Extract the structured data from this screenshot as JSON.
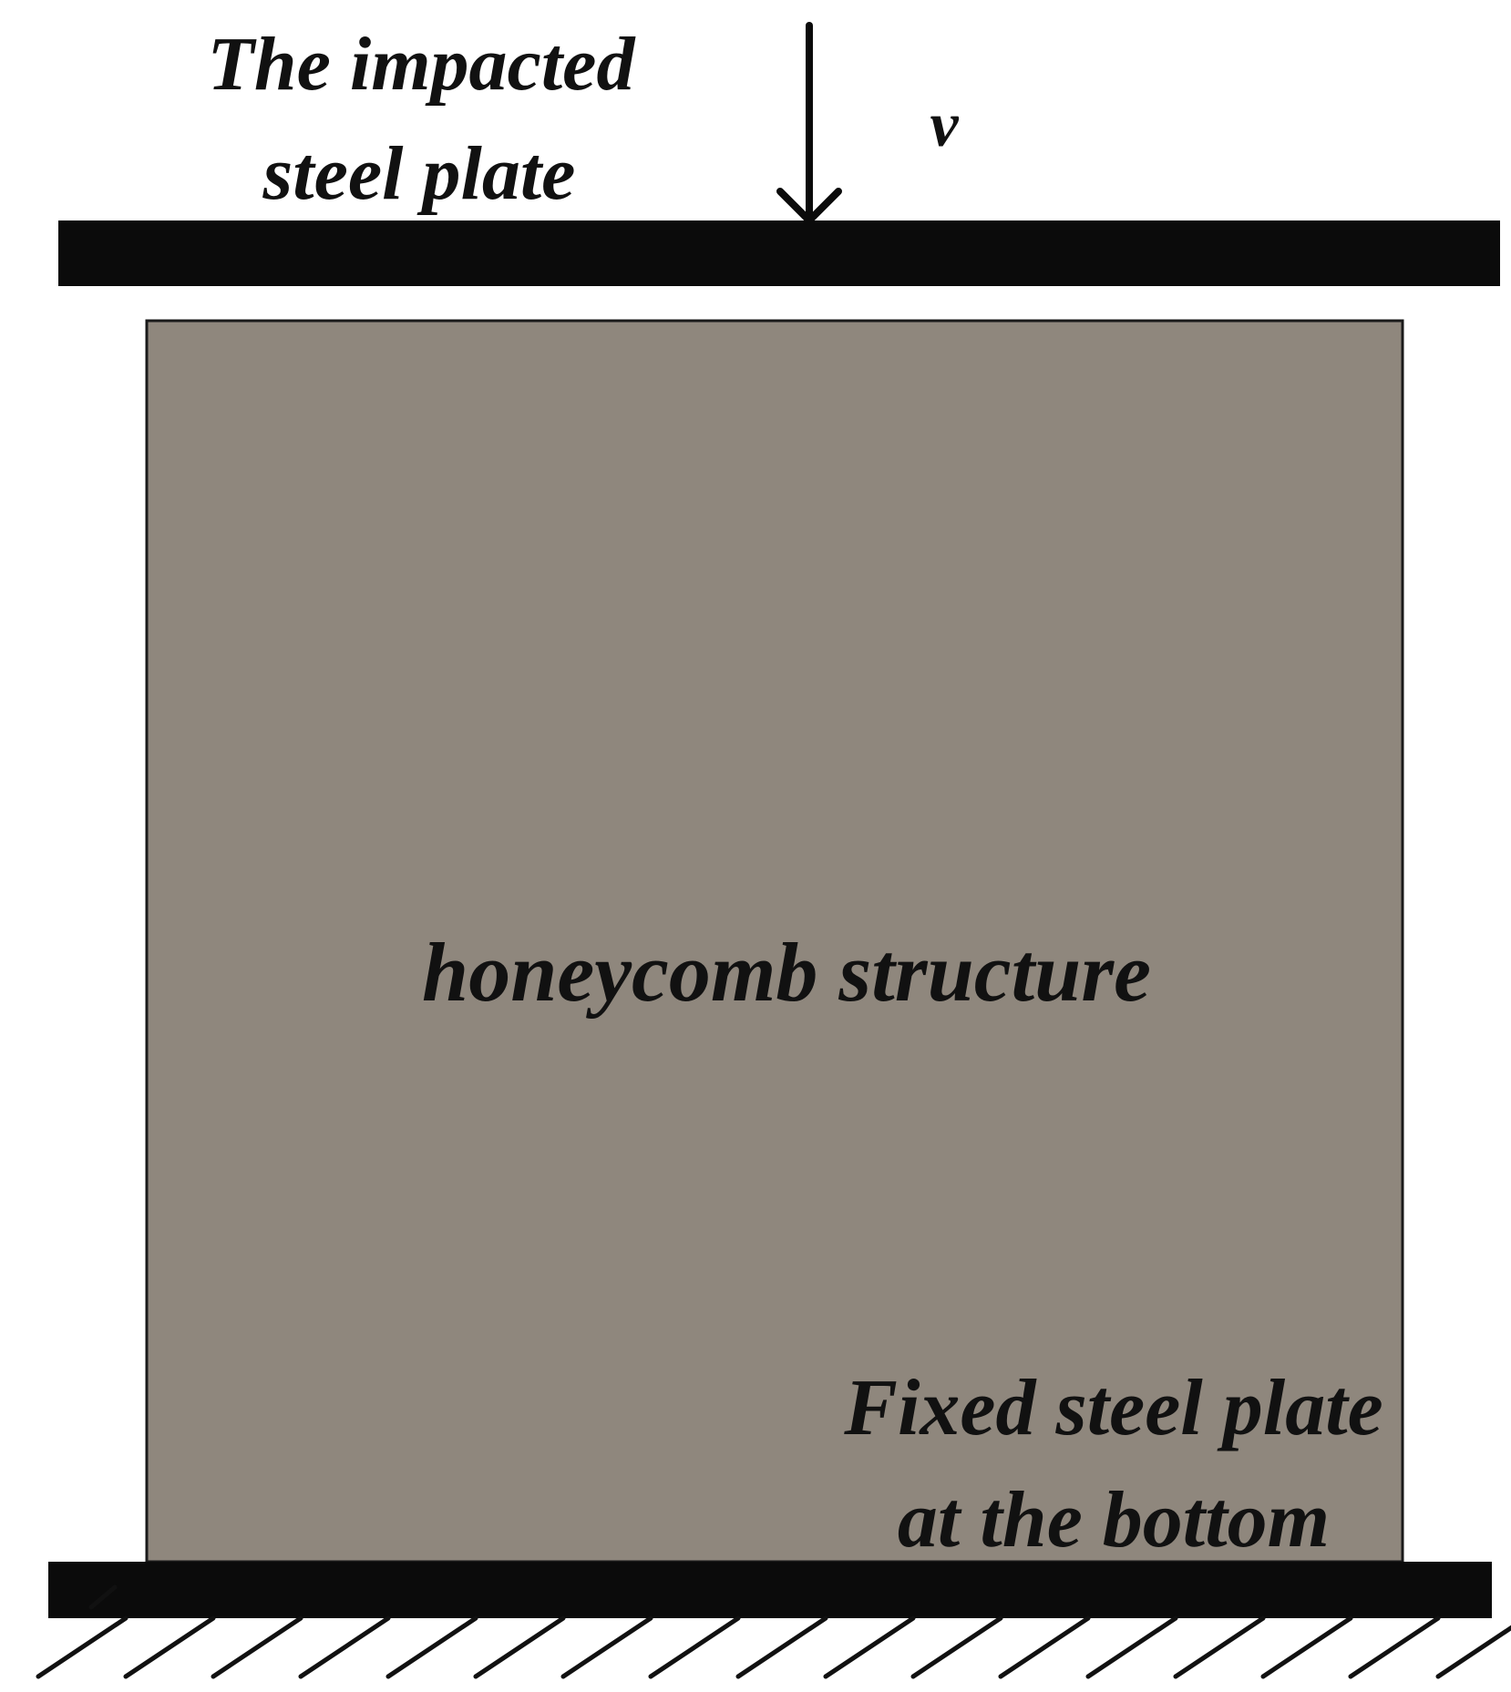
{
  "labels": {
    "impacted_plate_line1": "The impacted",
    "impacted_plate_line2": "steel plate",
    "velocity": "v",
    "honeycomb": "honeycomb structure",
    "fixed_plate_line1": "Fixed steel plate",
    "fixed_plate_line2": "at the bottom"
  },
  "colors": {
    "plate": "#0b0b0b",
    "honeycomb_fill": "#8f877d",
    "honeycomb_border": "#1a1a1a",
    "text": "#111111",
    "hatch": "#111111"
  },
  "icons": {
    "velocity_arrow": "arrow-down-icon",
    "ground_support": "fixed-ground-hatch-icon"
  }
}
